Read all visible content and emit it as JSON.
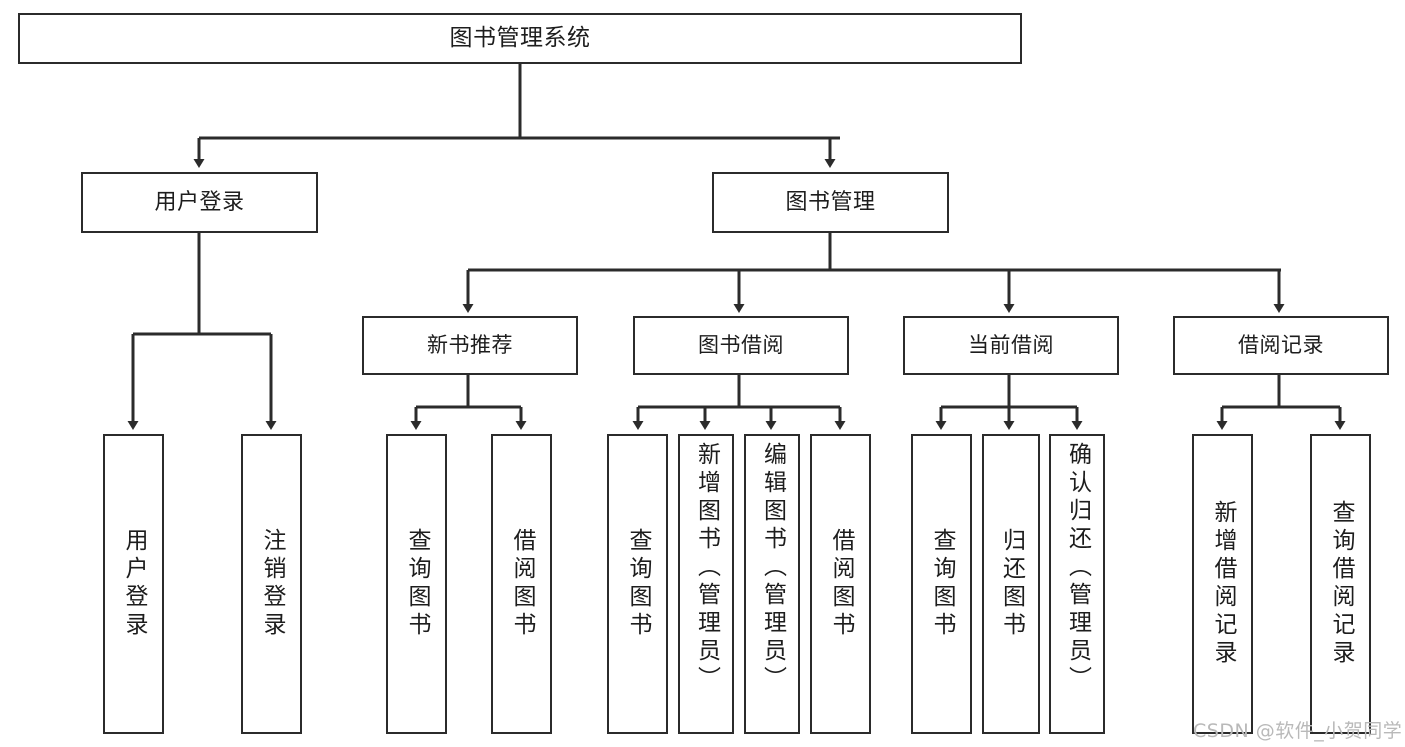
{
  "diagram": {
    "title": "图书管理系统",
    "type": "tree-hierarchy-chart",
    "root": {
      "label": "图书管理系统"
    },
    "level2": [
      {
        "label": "用户登录"
      },
      {
        "label": "图书管理"
      }
    ],
    "level3": [
      {
        "label": "新书推荐"
      },
      {
        "label": "图书借阅"
      },
      {
        "label": "当前借阅"
      },
      {
        "label": "借阅记录"
      }
    ],
    "leaves": {
      "user_login": [
        {
          "label": "用户登录"
        },
        {
          "label": "注销登录"
        }
      ],
      "new_book_recommend": [
        {
          "label": "查询图书"
        },
        {
          "label": "借阅图书"
        }
      ],
      "book_borrow": [
        {
          "label": "查询图书"
        },
        {
          "label": "新增图书（管理员）"
        },
        {
          "label": "编辑图书（管理员）"
        },
        {
          "label": "借阅图书"
        }
      ],
      "current_borrow": [
        {
          "label": "查询图书"
        },
        {
          "label": "归还图书"
        },
        {
          "label": "确认归还（管理员）"
        }
      ],
      "borrow_record": [
        {
          "label": "新增借阅记录"
        },
        {
          "label": "查询借阅记录"
        }
      ]
    }
  },
  "watermark": {
    "text": "CSDN @软件_小贺同学"
  },
  "colors": {
    "stroke": "#2b2b2b",
    "fill": "#ffffff",
    "text": "#1d1d1d",
    "watermark": "#b9b9b9"
  }
}
